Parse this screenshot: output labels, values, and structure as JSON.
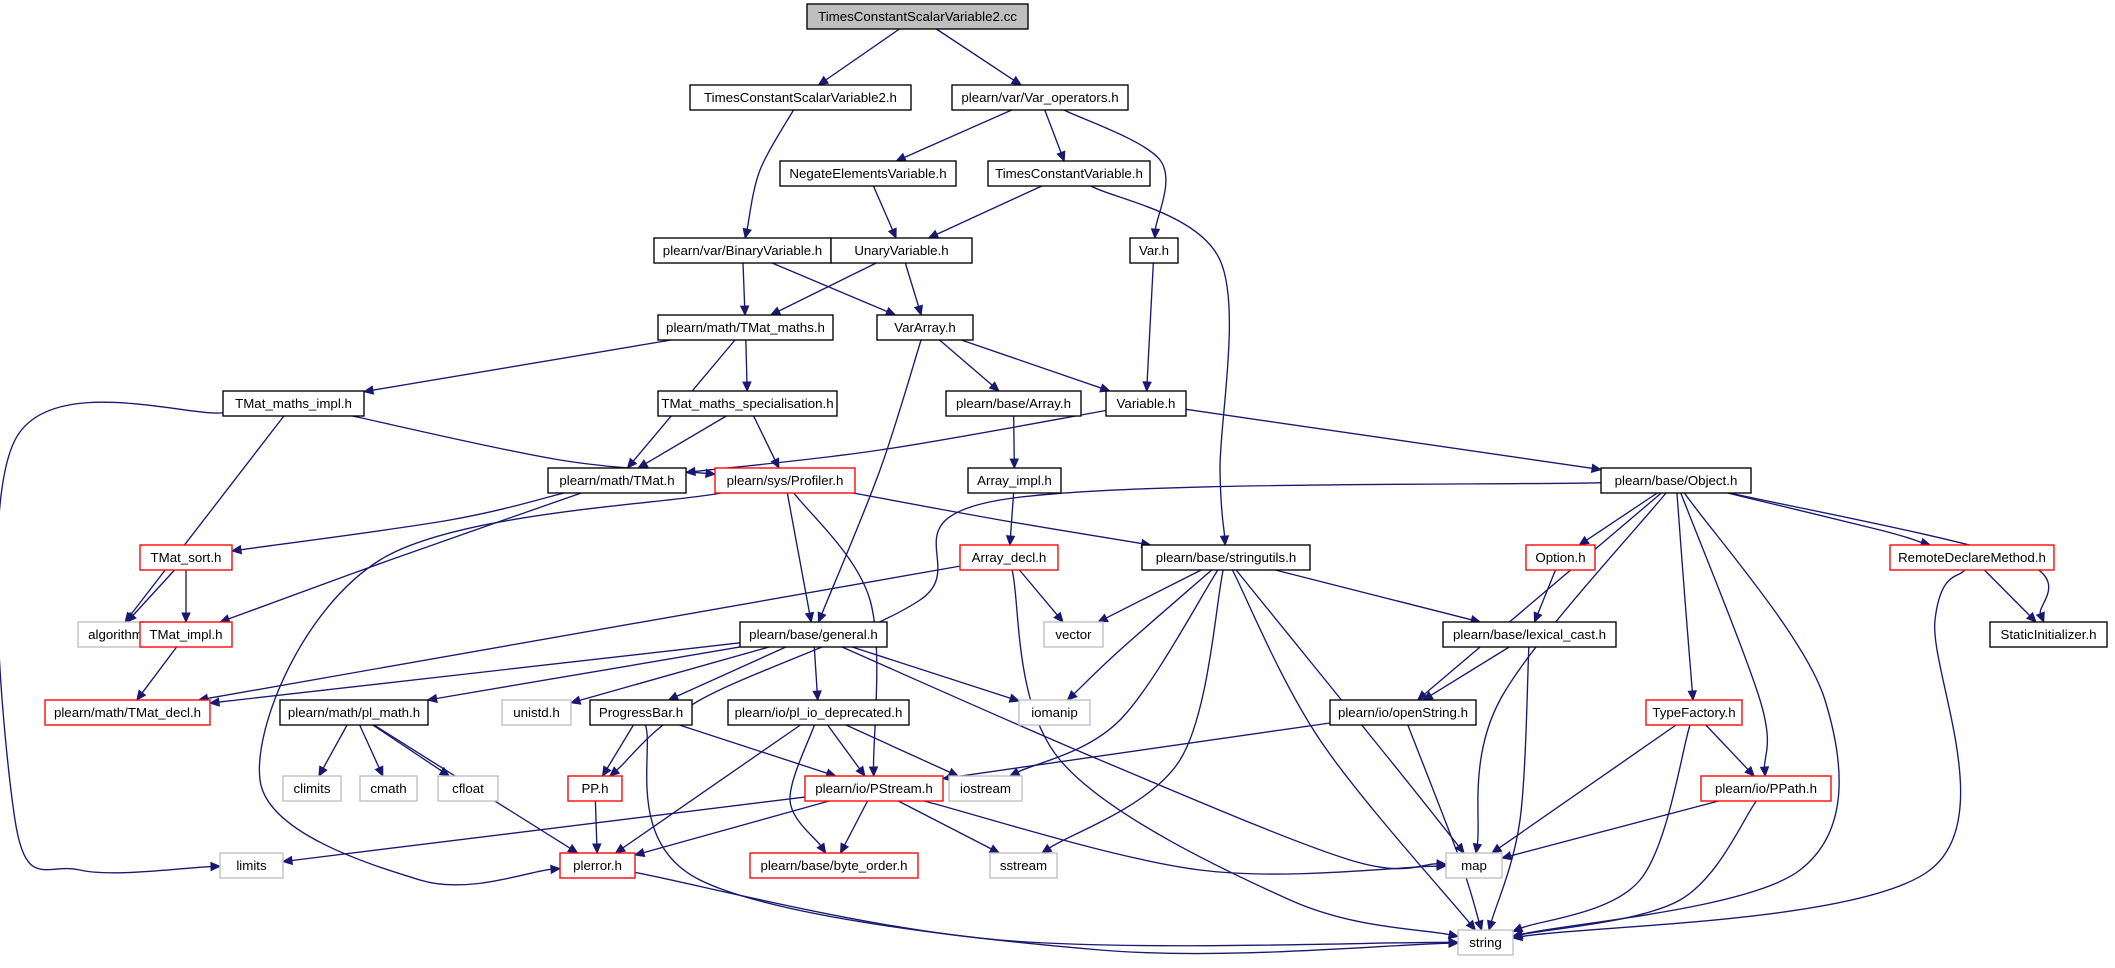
{
  "colors": {
    "edge": "#191970",
    "normal_border": "#000000",
    "truncated_border": "#ff0000",
    "system_border": "#bfbfbf",
    "root_fill": "#bfbfbf"
  },
  "graph": {
    "nodes": [
      {
        "id": "root",
        "label": "TimesConstantScalarVariable2.cc",
        "kind": "root"
      },
      {
        "id": "tcsv2h",
        "label": "TimesConstantScalarVariable2.h",
        "kind": "normal"
      },
      {
        "id": "varops",
        "label": "plearn/var/Var_operators.h",
        "kind": "normal"
      },
      {
        "id": "negel",
        "label": "NegateElementsVariable.h",
        "kind": "normal"
      },
      {
        "id": "tcv",
        "label": "TimesConstantVariable.h",
        "kind": "normal"
      },
      {
        "id": "binvar",
        "label": "plearn/var/BinaryVariable.h",
        "kind": "normal"
      },
      {
        "id": "unavar",
        "label": "UnaryVariable.h",
        "kind": "normal"
      },
      {
        "id": "varh",
        "label": "Var.h",
        "kind": "normal"
      },
      {
        "id": "tmatmaths",
        "label": "plearn/math/TMat_maths.h",
        "kind": "normal"
      },
      {
        "id": "vararray",
        "label": "VarArray.h",
        "kind": "normal"
      },
      {
        "id": "tmmimpl",
        "label": "TMat_maths_impl.h",
        "kind": "normal"
      },
      {
        "id": "tmmspec",
        "label": "TMat_maths_specialisation.h",
        "kind": "normal"
      },
      {
        "id": "basearray",
        "label": "plearn/base/Array.h",
        "kind": "normal"
      },
      {
        "id": "variable",
        "label": "Variable.h",
        "kind": "normal"
      },
      {
        "id": "tmat",
        "label": "plearn/math/TMat.h",
        "kind": "normal"
      },
      {
        "id": "profiler",
        "label": "plearn/sys/Profiler.h",
        "kind": "truncated"
      },
      {
        "id": "arrayimpl",
        "label": "Array_impl.h",
        "kind": "normal"
      },
      {
        "id": "object",
        "label": "plearn/base/Object.h",
        "kind": "normal"
      },
      {
        "id": "tmatsort",
        "label": "TMat_sort.h",
        "kind": "truncated"
      },
      {
        "id": "arraydecl",
        "label": "Array_decl.h",
        "kind": "truncated"
      },
      {
        "id": "stringutils",
        "label": "plearn/base/stringutils.h",
        "kind": "normal"
      },
      {
        "id": "option",
        "label": "Option.h",
        "kind": "truncated"
      },
      {
        "id": "remotedecl",
        "label": "RemoteDeclareMethod.h",
        "kind": "truncated"
      },
      {
        "id": "algorithm",
        "label": "algorithm",
        "kind": "system"
      },
      {
        "id": "tmatimpl",
        "label": "TMat_impl.h",
        "kind": "truncated"
      },
      {
        "id": "vector",
        "label": "vector",
        "kind": "system"
      },
      {
        "id": "general",
        "label": "plearn/base/general.h",
        "kind": "normal"
      },
      {
        "id": "lexcast",
        "label": "plearn/base/lexical_cast.h",
        "kind": "normal"
      },
      {
        "id": "staticinit",
        "label": "StaticInitializer.h",
        "kind": "normal"
      },
      {
        "id": "tmatdecl",
        "label": "plearn/math/TMat_decl.h",
        "kind": "truncated"
      },
      {
        "id": "plmath",
        "label": "plearn/math/pl_math.h",
        "kind": "normal"
      },
      {
        "id": "unistd",
        "label": "unistd.h",
        "kind": "system"
      },
      {
        "id": "progressbar",
        "label": "ProgressBar.h",
        "kind": "normal"
      },
      {
        "id": "pliodep",
        "label": "plearn/io/pl_io_deprecated.h",
        "kind": "normal"
      },
      {
        "id": "iomanip",
        "label": "iomanip",
        "kind": "system"
      },
      {
        "id": "openstring",
        "label": "plearn/io/openString.h",
        "kind": "normal"
      },
      {
        "id": "typefactory",
        "label": "TypeFactory.h",
        "kind": "truncated"
      },
      {
        "id": "climits",
        "label": "climits",
        "kind": "system"
      },
      {
        "id": "cmath",
        "label": "cmath",
        "kind": "system"
      },
      {
        "id": "cfloat",
        "label": "cfloat",
        "kind": "system"
      },
      {
        "id": "pph",
        "label": "PP.h",
        "kind": "truncated"
      },
      {
        "id": "pstream",
        "label": "plearn/io/PStream.h",
        "kind": "truncated"
      },
      {
        "id": "iostream",
        "label": "iostream",
        "kind": "system"
      },
      {
        "id": "ppath",
        "label": "plearn/io/PPath.h",
        "kind": "truncated"
      },
      {
        "id": "limits",
        "label": "limits",
        "kind": "system"
      },
      {
        "id": "plerror",
        "label": "plerror.h",
        "kind": "truncated"
      },
      {
        "id": "byteorder",
        "label": "plearn/base/byte_order.h",
        "kind": "truncated"
      },
      {
        "id": "sstream",
        "label": "sstream",
        "kind": "system"
      },
      {
        "id": "map",
        "label": "map",
        "kind": "system"
      },
      {
        "id": "string",
        "label": "string",
        "kind": "system"
      }
    ],
    "edges": [
      [
        "root",
        "tcsv2h"
      ],
      [
        "root",
        "varops"
      ],
      [
        "tcsv2h",
        "binvar"
      ],
      [
        "varops",
        "negel"
      ],
      [
        "varops",
        "tcv"
      ],
      [
        "varops",
        "varh"
      ],
      [
        "negel",
        "unavar"
      ],
      [
        "tcv",
        "unavar"
      ],
      [
        "tcv",
        "stringutils"
      ],
      [
        "binvar",
        "tmatmaths"
      ],
      [
        "binvar",
        "vararray"
      ],
      [
        "unavar",
        "tmatmaths"
      ],
      [
        "unavar",
        "vararray"
      ],
      [
        "varh",
        "variable"
      ],
      [
        "tmatmaths",
        "tmmimpl"
      ],
      [
        "tmatmaths",
        "tmmspec"
      ],
      [
        "tmatmaths",
        "tmat"
      ],
      [
        "vararray",
        "basearray"
      ],
      [
        "vararray",
        "variable"
      ],
      [
        "vararray",
        "general"
      ],
      [
        "tmmimpl",
        "profiler"
      ],
      [
        "tmmimpl",
        "algorithm"
      ],
      [
        "tmmimpl",
        "limits"
      ],
      [
        "tmmspec",
        "tmat"
      ],
      [
        "tmmspec",
        "profiler"
      ],
      [
        "basearray",
        "arrayimpl"
      ],
      [
        "variable",
        "tmat"
      ],
      [
        "variable",
        "object"
      ],
      [
        "tmat",
        "tmatsort"
      ],
      [
        "tmat",
        "tmatimpl"
      ],
      [
        "profiler",
        "stringutils"
      ],
      [
        "profiler",
        "general"
      ],
      [
        "profiler",
        "pstream"
      ],
      [
        "profiler",
        "plerror"
      ],
      [
        "arrayimpl",
        "arraydecl"
      ],
      [
        "object",
        "pph"
      ],
      [
        "object",
        "option"
      ],
      [
        "object",
        "remotedecl"
      ],
      [
        "object",
        "staticinit"
      ],
      [
        "object",
        "openstring"
      ],
      [
        "object",
        "typefactory"
      ],
      [
        "object",
        "ppath"
      ],
      [
        "object",
        "map"
      ],
      [
        "object",
        "string"
      ],
      [
        "tmatsort",
        "algorithm"
      ],
      [
        "tmatsort",
        "tmatimpl"
      ],
      [
        "tmatimpl",
        "tmatdecl"
      ],
      [
        "arraydecl",
        "tmatdecl"
      ],
      [
        "arraydecl",
        "vector"
      ],
      [
        "arraydecl",
        "string"
      ],
      [
        "stringutils",
        "vector"
      ],
      [
        "stringutils",
        "lexcast"
      ],
      [
        "stringutils",
        "iomanip"
      ],
      [
        "stringutils",
        "iostream"
      ],
      [
        "stringutils",
        "sstream"
      ],
      [
        "stringutils",
        "map"
      ],
      [
        "stringutils",
        "string"
      ],
      [
        "option",
        "lexcast"
      ],
      [
        "remotedecl",
        "staticinit"
      ],
      [
        "remotedecl",
        "string"
      ],
      [
        "general",
        "tmatdecl"
      ],
      [
        "general",
        "plmath"
      ],
      [
        "general",
        "unistd"
      ],
      [
        "general",
        "progressbar"
      ],
      [
        "general",
        "pliodep"
      ],
      [
        "general",
        "iomanip"
      ],
      [
        "general",
        "map"
      ],
      [
        "lexcast",
        "openstring"
      ],
      [
        "lexcast",
        "string"
      ],
      [
        "plmath",
        "climits"
      ],
      [
        "plmath",
        "cmath"
      ],
      [
        "plmath",
        "cfloat"
      ],
      [
        "plmath",
        "plerror"
      ],
      [
        "progressbar",
        "pph"
      ],
      [
        "progressbar",
        "pstream"
      ],
      [
        "progressbar",
        "string"
      ],
      [
        "pliodep",
        "pstream"
      ],
      [
        "pliodep",
        "plerror"
      ],
      [
        "pliodep",
        "iostream"
      ],
      [
        "pliodep",
        "byteorder"
      ],
      [
        "openstring",
        "pstream"
      ],
      [
        "openstring",
        "string"
      ],
      [
        "typefactory",
        "ppath"
      ],
      [
        "typefactory",
        "map"
      ],
      [
        "typefactory",
        "string"
      ],
      [
        "pph",
        "plerror"
      ],
      [
        "pstream",
        "limits"
      ],
      [
        "pstream",
        "plerror"
      ],
      [
        "pstream",
        "byteorder"
      ],
      [
        "pstream",
        "sstream"
      ],
      [
        "pstream",
        "map"
      ],
      [
        "ppath",
        "map"
      ],
      [
        "ppath",
        "string"
      ],
      [
        "plerror",
        "string"
      ]
    ]
  }
}
